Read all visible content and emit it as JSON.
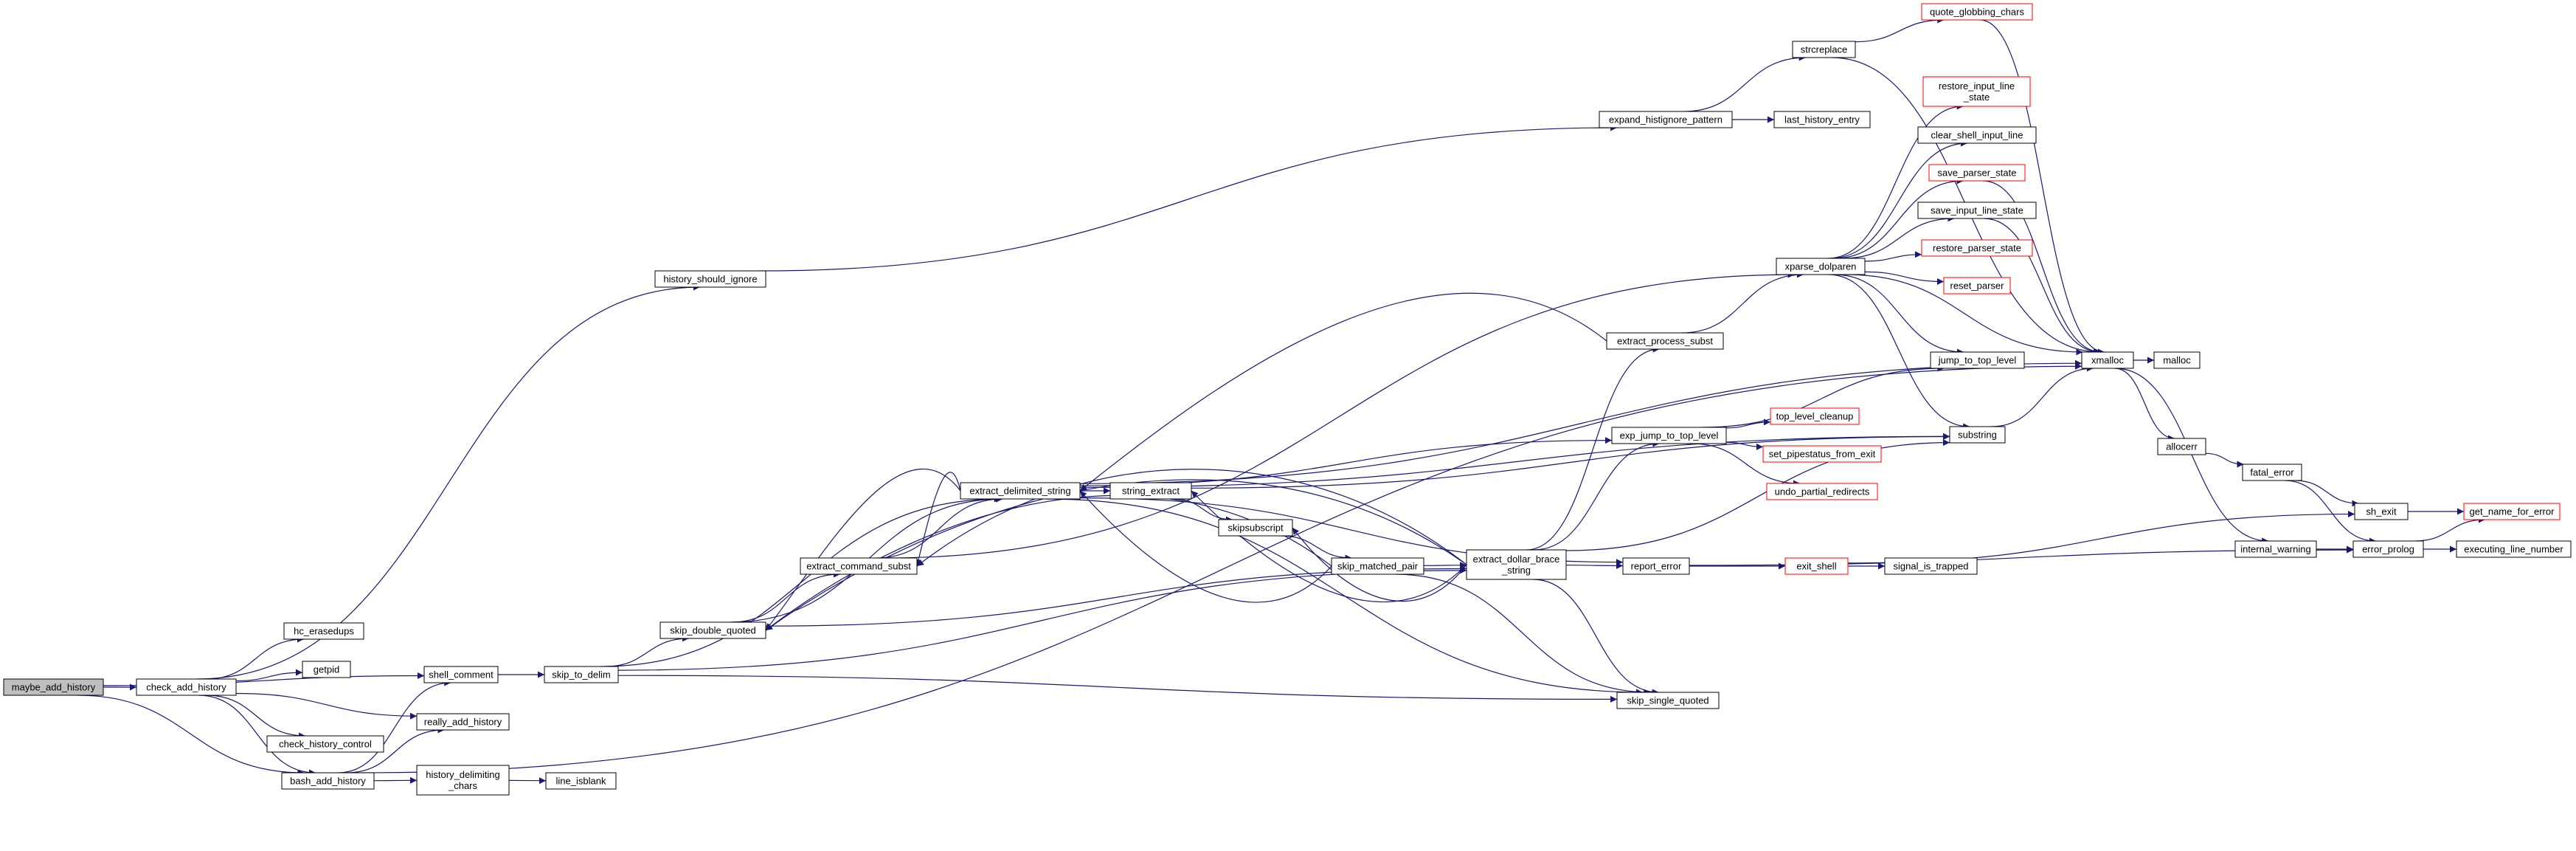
{
  "colors": {
    "edge": "#191970",
    "node_border_default": "#000000",
    "node_border_truncated": "#ff0000",
    "node_fill_root": "#bfbfbf",
    "node_fill": "#ffffff"
  },
  "nodes": [
    {
      "id": "maybe_add_history",
      "lines": [
        "maybe_add_history"
      ],
      "style": "root"
    },
    {
      "id": "check_add_history",
      "lines": [
        "check_add_history"
      ],
      "style": "normal"
    },
    {
      "id": "bash_add_history",
      "lines": [
        "bash_add_history"
      ],
      "style": "normal"
    },
    {
      "id": "shell_comment",
      "lines": [
        "shell_comment"
      ],
      "style": "normal"
    },
    {
      "id": "really_add_history",
      "lines": [
        "really_add_history"
      ],
      "style": "normal"
    },
    {
      "id": "hc_erasedups",
      "lines": [
        "hc_erasedups"
      ],
      "style": "normal"
    },
    {
      "id": "getpid",
      "lines": [
        "getpid"
      ],
      "style": "normal"
    },
    {
      "id": "check_history_control",
      "lines": [
        "check_history_control"
      ],
      "style": "normal"
    },
    {
      "id": "history_should_ignore",
      "lines": [
        "history_should_ignore"
      ],
      "style": "normal"
    },
    {
      "id": "history_delimiting_chars",
      "lines": [
        "history_delimiting",
        "_chars"
      ],
      "style": "normal"
    },
    {
      "id": "line_isblank",
      "lines": [
        "line_isblank"
      ],
      "style": "normal"
    },
    {
      "id": "skip_to_delim",
      "lines": [
        "skip_to_delim"
      ],
      "style": "normal"
    },
    {
      "id": "skip_double_quoted",
      "lines": [
        "skip_double_quoted"
      ],
      "style": "normal"
    },
    {
      "id": "extract_command_subst",
      "lines": [
        "extract_command_subst"
      ],
      "style": "normal"
    },
    {
      "id": "extract_delimited_string",
      "lines": [
        "extract_delimited_string"
      ],
      "style": "normal"
    },
    {
      "id": "string_extract",
      "lines": [
        "string_extract"
      ],
      "style": "normal"
    },
    {
      "id": "skipsubscript",
      "lines": [
        "skipsubscript"
      ],
      "style": "normal"
    },
    {
      "id": "skip_matched_pair",
      "lines": [
        "skip_matched_pair"
      ],
      "style": "normal"
    },
    {
      "id": "extract_dollar_brace_string",
      "lines": [
        "extract_dollar_brace",
        "_string"
      ],
      "style": "normal"
    },
    {
      "id": "skip_single_quoted",
      "lines": [
        "skip_single_quoted"
      ],
      "style": "normal"
    },
    {
      "id": "report_error",
      "lines": [
        "report_error"
      ],
      "style": "normal"
    },
    {
      "id": "exit_shell",
      "lines": [
        "exit_shell"
      ],
      "style": "truncated"
    },
    {
      "id": "signal_is_trapped",
      "lines": [
        "signal_is_trapped"
      ],
      "style": "normal"
    },
    {
      "id": "exp_jump_to_top_level",
      "lines": [
        "exp_jump_to_top_level"
      ],
      "style": "normal"
    },
    {
      "id": "top_level_cleanup",
      "lines": [
        "top_level_cleanup"
      ],
      "style": "truncated"
    },
    {
      "id": "set_pipestatus_from_exit",
      "lines": [
        "set_pipestatus_from_exit"
      ],
      "style": "truncated"
    },
    {
      "id": "undo_partial_redirects",
      "lines": [
        "undo_partial_redirects"
      ],
      "style": "truncated"
    },
    {
      "id": "extract_process_subst",
      "lines": [
        "extract_process_subst"
      ],
      "style": "normal"
    },
    {
      "id": "expand_histignore_pattern",
      "lines": [
        "expand_histignore_pattern"
      ],
      "style": "normal"
    },
    {
      "id": "strcreplace",
      "lines": [
        "strcreplace"
      ],
      "style": "normal"
    },
    {
      "id": "last_history_entry",
      "lines": [
        "last_history_entry"
      ],
      "style": "normal"
    },
    {
      "id": "quote_globbing_chars",
      "lines": [
        "quote_globbing_chars"
      ],
      "style": "truncated"
    },
    {
      "id": "xparse_dolparen",
      "lines": [
        "xparse_dolparen"
      ],
      "style": "normal"
    },
    {
      "id": "restore_input_line_state",
      "lines": [
        "restore_input_line",
        "_state"
      ],
      "style": "truncated"
    },
    {
      "id": "clear_shell_input_line",
      "lines": [
        "clear_shell_input_line"
      ],
      "style": "normal"
    },
    {
      "id": "save_parser_state",
      "lines": [
        "save_parser_state"
      ],
      "style": "truncated"
    },
    {
      "id": "save_input_line_state",
      "lines": [
        "save_input_line_state"
      ],
      "style": "normal"
    },
    {
      "id": "restore_parser_state",
      "lines": [
        "restore_parser_state"
      ],
      "style": "truncated"
    },
    {
      "id": "reset_parser",
      "lines": [
        "reset_parser"
      ],
      "style": "truncated"
    },
    {
      "id": "jump_to_top_level",
      "lines": [
        "jump_to_top_level"
      ],
      "style": "normal"
    },
    {
      "id": "substring",
      "lines": [
        "substring"
      ],
      "style": "normal"
    },
    {
      "id": "xmalloc",
      "lines": [
        "xmalloc"
      ],
      "style": "normal"
    },
    {
      "id": "malloc",
      "lines": [
        "malloc"
      ],
      "style": "normal"
    },
    {
      "id": "allocerr",
      "lines": [
        "allocerr"
      ],
      "style": "normal"
    },
    {
      "id": "fatal_error",
      "lines": [
        "fatal_error"
      ],
      "style": "normal"
    },
    {
      "id": "internal_warning",
      "lines": [
        "internal_warning"
      ],
      "style": "normal"
    },
    {
      "id": "sh_exit",
      "lines": [
        "sh_exit"
      ],
      "style": "normal"
    },
    {
      "id": "error_prolog",
      "lines": [
        "error_prolog"
      ],
      "style": "normal"
    },
    {
      "id": "get_name_for_error",
      "lines": [
        "get_name_for_error"
      ],
      "style": "truncated"
    },
    {
      "id": "executing_line_number",
      "lines": [
        "executing_line_number"
      ],
      "style": "normal"
    }
  ],
  "edges": [
    [
      "maybe_add_history",
      "check_add_history"
    ],
    [
      "maybe_add_history",
      "shell_comment"
    ],
    [
      "maybe_add_history",
      "bash_add_history"
    ],
    [
      "check_add_history",
      "hc_erasedups"
    ],
    [
      "check_add_history",
      "getpid"
    ],
    [
      "check_add_history",
      "check_history_control"
    ],
    [
      "check_add_history",
      "really_add_history"
    ],
    [
      "check_add_history",
      "bash_add_history"
    ],
    [
      "check_add_history",
      "history_should_ignore"
    ],
    [
      "bash_add_history",
      "shell_comment"
    ],
    [
      "bash_add_history",
      "really_add_history"
    ],
    [
      "bash_add_history",
      "history_delimiting_chars"
    ],
    [
      "bash_add_history",
      "xmalloc"
    ],
    [
      "history_delimiting_chars",
      "line_isblank"
    ],
    [
      "shell_comment",
      "skip_to_delim"
    ],
    [
      "history_should_ignore",
      "expand_histignore_pattern"
    ],
    [
      "skip_to_delim",
      "skip_double_quoted"
    ],
    [
      "skip_to_delim",
      "extract_delimited_string"
    ],
    [
      "skip_to_delim",
      "extract_dollar_brace_string"
    ],
    [
      "skip_to_delim",
      "skip_single_quoted"
    ],
    [
      "skip_double_quoted",
      "extract_command_subst"
    ],
    [
      "skip_double_quoted",
      "extract_delimited_string"
    ],
    [
      "skip_double_quoted",
      "extract_dollar_brace_string"
    ],
    [
      "extract_command_subst",
      "extract_delimited_string"
    ],
    [
      "extract_command_subst",
      "xparse_dolparen"
    ],
    [
      "extract_delimited_string",
      "string_extract"
    ],
    [
      "extract_delimited_string",
      "extract_command_subst"
    ],
    [
      "extract_delimited_string",
      "skip_double_quoted"
    ],
    [
      "extract_delimited_string",
      "exp_jump_to_top_level"
    ],
    [
      "extract_delimited_string",
      "report_error"
    ],
    [
      "extract_delimited_string",
      "skip_single_quoted"
    ],
    [
      "extract_delimited_string",
      "substring"
    ],
    [
      "extract_delimited_string",
      "xmalloc"
    ],
    [
      "string_extract",
      "skipsubscript"
    ],
    [
      "string_extract",
      "substring"
    ],
    [
      "skipsubscript",
      "skip_matched_pair"
    ],
    [
      "skip_matched_pair",
      "extract_delimited_string"
    ],
    [
      "skip_matched_pair",
      "skip_double_quoted"
    ],
    [
      "skip_matched_pair",
      "extract_dollar_brace_string"
    ],
    [
      "skip_matched_pair",
      "skip_single_quoted"
    ],
    [
      "extract_dollar_brace_string",
      "string_extract"
    ],
    [
      "extract_dollar_brace_string",
      "skipsubscript"
    ],
    [
      "extract_dollar_brace_string",
      "extract_command_subst"
    ],
    [
      "extract_dollar_brace_string",
      "skip_double_quoted"
    ],
    [
      "extract_dollar_brace_string",
      "skip_single_quoted"
    ],
    [
      "extract_dollar_brace_string",
      "report_error"
    ],
    [
      "extract_dollar_brace_string",
      "exp_jump_to_top_level"
    ],
    [
      "extract_dollar_brace_string",
      "extract_process_subst"
    ],
    [
      "extract_dollar_brace_string",
      "substring"
    ],
    [
      "extract_process_subst",
      "extract_delimited_string"
    ],
    [
      "extract_process_subst",
      "xparse_dolparen"
    ],
    [
      "exp_jump_to_top_level",
      "top_level_cleanup"
    ],
    [
      "exp_jump_to_top_level",
      "set_pipestatus_from_exit"
    ],
    [
      "exp_jump_to_top_level",
      "undo_partial_redirects"
    ],
    [
      "exp_jump_to_top_level",
      "jump_to_top_level"
    ],
    [
      "report_error",
      "exit_shell"
    ],
    [
      "report_error",
      "error_prolog"
    ],
    [
      "exit_shell",
      "signal_is_trapped"
    ],
    [
      "exit_shell",
      "sh_exit"
    ],
    [
      "expand_histignore_pattern",
      "strcreplace"
    ],
    [
      "expand_histignore_pattern",
      "last_history_entry"
    ],
    [
      "strcreplace",
      "quote_globbing_chars"
    ],
    [
      "strcreplace",
      "xmalloc"
    ],
    [
      "quote_globbing_chars",
      "xmalloc"
    ],
    [
      "xparse_dolparen",
      "restore_input_line_state"
    ],
    [
      "xparse_dolparen",
      "clear_shell_input_line"
    ],
    [
      "xparse_dolparen",
      "save_parser_state"
    ],
    [
      "xparse_dolparen",
      "save_input_line_state"
    ],
    [
      "xparse_dolparen",
      "restore_parser_state"
    ],
    [
      "xparse_dolparen",
      "reset_parser"
    ],
    [
      "xparse_dolparen",
      "jump_to_top_level"
    ],
    [
      "xparse_dolparen",
      "xmalloc"
    ],
    [
      "xparse_dolparen",
      "substring"
    ],
    [
      "save_parser_state",
      "xmalloc"
    ],
    [
      "save_input_line_state",
      "xmalloc"
    ],
    [
      "substring",
      "xmalloc"
    ],
    [
      "xmalloc",
      "malloc"
    ],
    [
      "xmalloc",
      "allocerr"
    ],
    [
      "xmalloc",
      "internal_warning"
    ],
    [
      "allocerr",
      "fatal_error"
    ],
    [
      "fatal_error",
      "sh_exit"
    ],
    [
      "fatal_error",
      "error_prolog"
    ],
    [
      "internal_warning",
      "error_prolog"
    ],
    [
      "sh_exit",
      "get_name_for_error"
    ],
    [
      "error_prolog",
      "get_name_for_error"
    ],
    [
      "error_prolog",
      "executing_line_number"
    ]
  ]
}
